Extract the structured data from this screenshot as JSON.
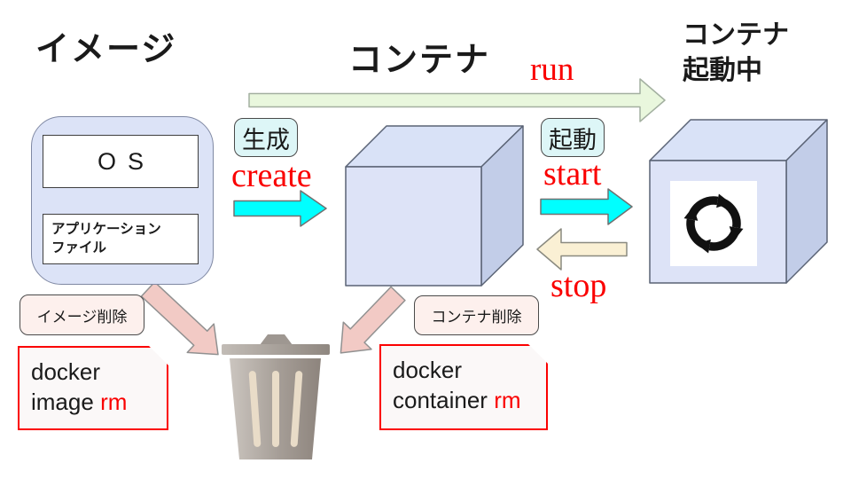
{
  "titles": {
    "image": "イメージ",
    "container": "コンテナ",
    "running_line1": "コンテナ",
    "running_line2": "起動中"
  },
  "image_box": {
    "os_label": "OS",
    "app_line1": "アプリケーション",
    "app_line2": "ファイル"
  },
  "transitions": {
    "create_jp": "生成",
    "create_en": "create",
    "start_jp": "起動",
    "start_en": "start",
    "run_en": "run",
    "stop_en": "stop"
  },
  "delete": {
    "image_label": "イメージ削除",
    "container_label": "コンテナ削除",
    "image_cmd_line1": "docker",
    "image_cmd_line2": "image",
    "image_cmd_red": "rm",
    "container_cmd_line1": "docker",
    "container_cmd_line2": "container",
    "container_cmd_red": "rm"
  },
  "colors": {
    "action_text_red": "#fa0000",
    "create_start_arrow": "#00ffff",
    "run_arrow": "#e9f7dd",
    "stop_arrow": "#faf0d4",
    "delete_arrow": "#f2cac5",
    "cube_front": "#dde3f7",
    "cube_top": "#d9e2f7",
    "cube_side": "#c2cde8",
    "image_box_bg": "#dce3f7",
    "jp_label_bg": "#ddf6f7",
    "delete_label_bg": "#fdf0ed",
    "note_border": "#fb0000"
  }
}
